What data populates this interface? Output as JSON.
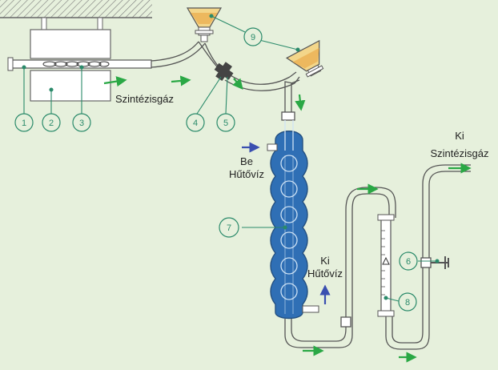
{
  "labels": {
    "gas_left": "Szintézisgáz",
    "gas_right_top": "Ki",
    "gas_right": "Szintézisgáz",
    "water_in_1": "Be",
    "water_in_2": "Hűtővíz",
    "water_out_1": "Ki",
    "water_out_2": "Hűtővíz"
  },
  "callouts": [
    "1",
    "2",
    "3",
    "4",
    "5",
    "6",
    "7",
    "8",
    "9"
  ],
  "colors": {
    "background": "#e6f0dc",
    "condenser": "#2f6fb5",
    "arrow_green": "#2aa845",
    "arrow_blue": "#3a4fb0",
    "callout_ring": "#2a8a6a",
    "funnel_fill": "#f3d68a",
    "funnel_liquid": "#e7a13b"
  }
}
